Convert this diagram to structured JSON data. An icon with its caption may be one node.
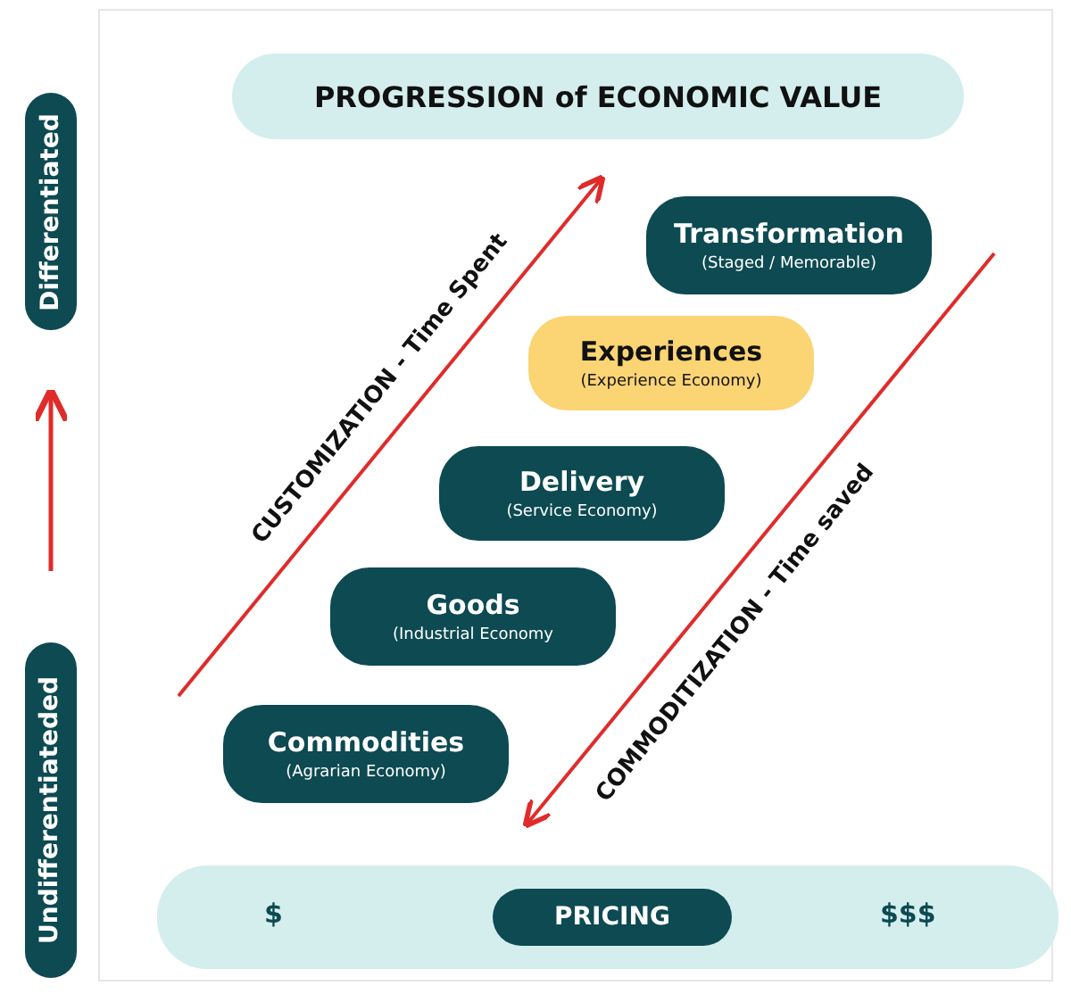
{
  "diagram": {
    "title": "PROGRESSION of ECONOMIC VALUE",
    "nodes": [
      {
        "text": [
          "Differentiated"
        ]
      },
      {
        "text": [
          "Undifferentiateded"
        ]
      },
      {
        "text": [
          "Transformation",
          "(Staged / Memorable)"
        ]
      },
      {
        "text": [
          "Experiences",
          "(Experience Economy)"
        ]
      },
      {
        "text": [
          "Delivery",
          "(Service Economy)"
        ]
      },
      {
        "text": [
          "Goods",
          "(Industrial Economy"
        ]
      },
      {
        "text": [
          "Commodities",
          "(Agrarian Economy)"
        ]
      },
      {
        "text": [
          "$",
          "$$$"
        ]
      },
      {
        "text": [
          "PRICING"
        ],
        "in": 7
      }
    ],
    "edges": [
      {
        "from": 1,
        "to": 0,
        "arrow": "to"
      }
    ],
    "labels": [
      "CUSTOMIZATION -  Time Spent",
      "COMMODITIZATION - Time saved"
    ]
  }
}
